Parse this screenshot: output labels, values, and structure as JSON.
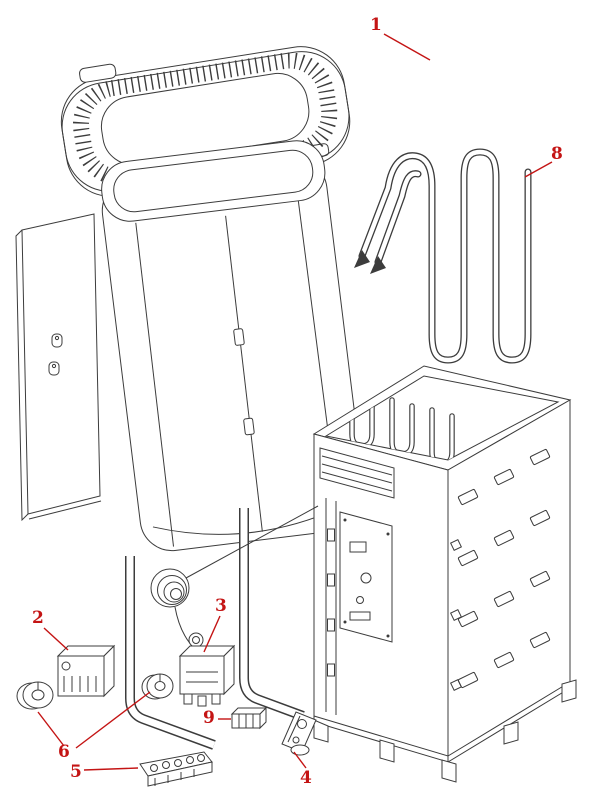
{
  "diagram": {
    "kind": "exploded-parts-diagram",
    "colors": {
      "callout": "#c41414",
      "line_art": "#3c3c3c",
      "background": "#ffffff"
    },
    "callouts": [
      {
        "label": "1"
      },
      {
        "label": "2"
      },
      {
        "label": "3"
      },
      {
        "label": "4"
      },
      {
        "label": "5"
      },
      {
        "label": "6"
      },
      {
        "label": "8"
      },
      {
        "label": "9"
      }
    ]
  }
}
